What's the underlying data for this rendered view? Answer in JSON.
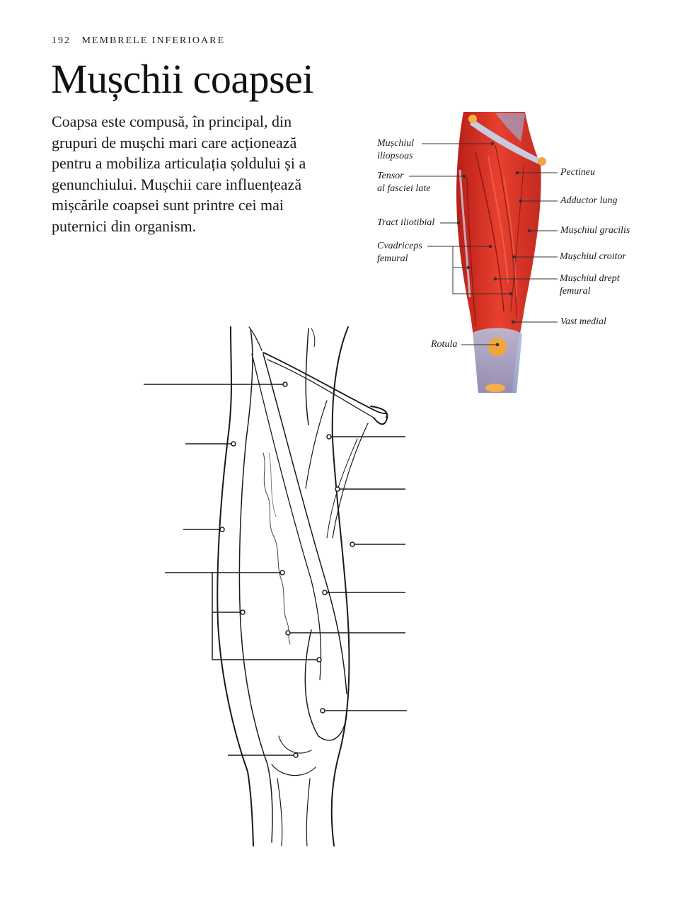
{
  "header": {
    "page_number": "192",
    "section": "MEMBRELE INFERIOARE"
  },
  "title": "Mușchii coapsei",
  "intro": "Coapsa este compusă, în principal, din grupuri de mușchi mari care acționează pentru a mobiliza articulația șoldului și a genunchiului. Mușchii care influențează mișcările coapsei sunt printre cei mai puternici din organism.",
  "colors": {
    "muscle": "#e2382b",
    "muscle_dark": "#b01e18",
    "tendon": "#9aa3c8",
    "bone": "#f2a53a",
    "outline": "#1a1a1a"
  },
  "labels": {
    "iliopsoas": "Mușchiul\niliopsoas",
    "tensor": "Tensor\nal fasciei late",
    "tract": "Tract iliotibial",
    "cvadriceps": "Cvadriceps\nfemural",
    "rotula": "Rotula",
    "pectineu": "Pectineu",
    "adductor": "Adductor lung",
    "gracilis": "Mușchiul gracilis",
    "croitor": "Mușchiul croitor",
    "drept": "Mușchiul drept\nfemural",
    "vast": "Vast medial"
  }
}
